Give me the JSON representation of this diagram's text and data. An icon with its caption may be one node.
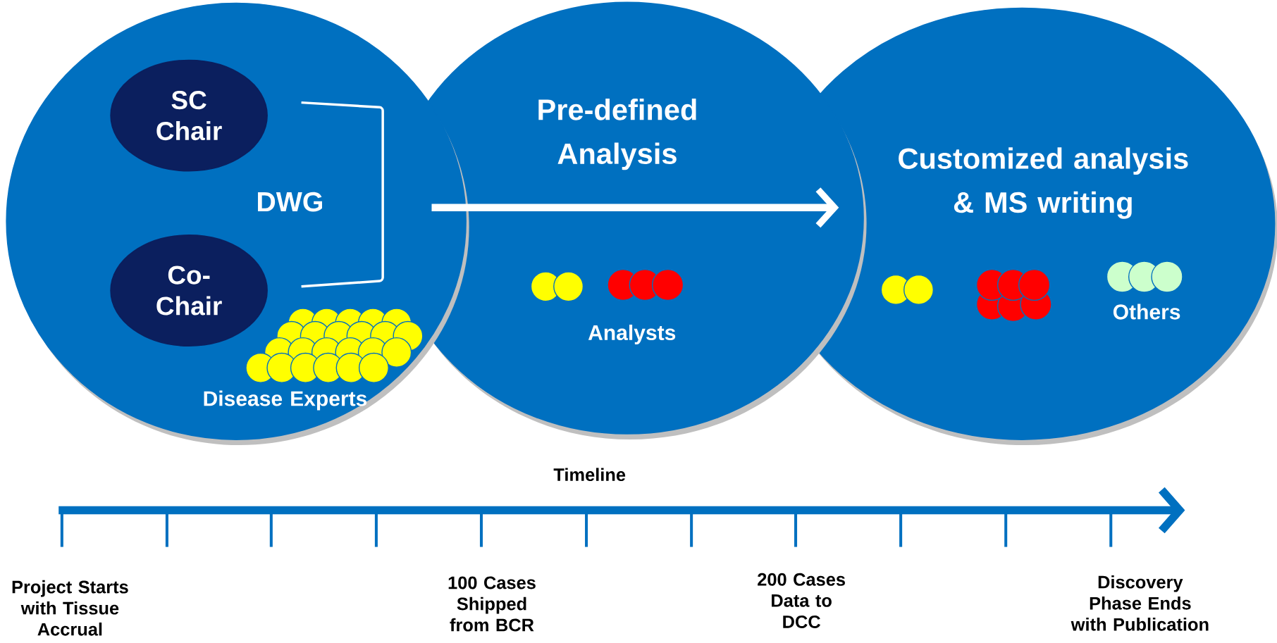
{
  "diagram": {
    "nodes": [
      {
        "text": [
          "DWG"
        ]
      },
      {
        "text": [
          "SC Chair"
        ],
        "in": 0
      },
      {
        "text": [
          "Co-Chair"
        ],
        "in": 0
      },
      {
        "text": [
          "Pre-defined Analysis"
        ]
      },
      {
        "text": [
          "Customized analysis & MS writing"
        ]
      }
    ],
    "edges": [
      {
        "from": 3,
        "to": 4,
        "arrow": "to"
      }
    ],
    "labels": [
      "Disease Experts",
      "Analysts",
      "Others",
      "Timeline",
      "Project Starts with Tissue Accrual",
      "100 Cases Shipped from BCR",
      "200 Cases Data to DCC",
      "Discovery Phase Ends with Publication"
    ]
  }
}
